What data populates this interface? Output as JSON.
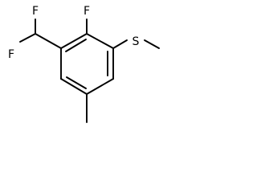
{
  "structure": {
    "atoms": [
      {
        "id": "F1",
        "label": "F"
      },
      {
        "id": "F2",
        "label": "F"
      },
      {
        "id": "F3",
        "label": "F"
      },
      {
        "id": "S1",
        "label": "S"
      }
    ]
  },
  "colors": {
    "bond": "#000000",
    "label": "#000000",
    "background": "#ffffff"
  }
}
